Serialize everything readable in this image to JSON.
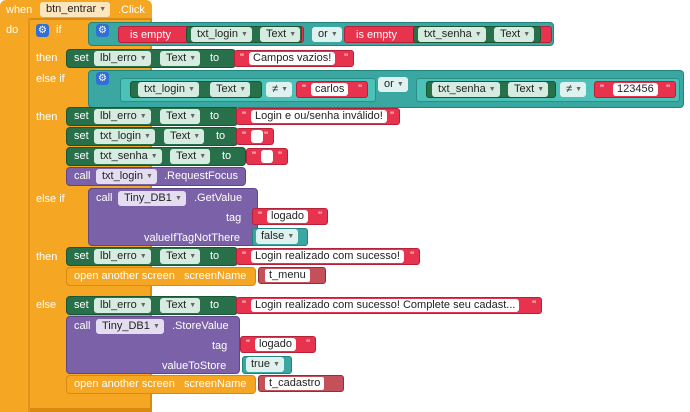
{
  "event": {
    "when": "when",
    "component": "btn_entrar",
    "event_name": ".Click",
    "do": "do"
  },
  "kw": {
    "if": "if",
    "then": "then",
    "else_if": "else if",
    "else": "else",
    "set": "set",
    "to": "to",
    "call": "call",
    "or": "or",
    "is_empty": "is empty",
    "open_screen": "open another screen",
    "screenName": "screenName",
    "tag": "tag",
    "valueIfTagNotThere": "valueIfTagNotThere",
    "valueToStore": "valueToStore",
    "neq": "≠"
  },
  "props": {
    "text": "Text"
  },
  "components": {
    "txt_login": "txt_login",
    "txt_senha": "txt_senha",
    "lbl_erro": "lbl_erro",
    "tiny_db": "Tiny_DB1"
  },
  "methods": {
    "request_focus": ".RequestFocus",
    "get_value": ".GetValue",
    "store_value": ".StoreValue"
  },
  "strings": {
    "campos_vazios": "Campos vazios!",
    "carlos": "carlos",
    "senha": "123456",
    "login_invalido": "Login e ou/senha inválido!",
    "empty": " ",
    "logado": "logado",
    "sucesso": "Login realizado com sucesso!",
    "sucesso_cadastro": "Login realizado com sucesso! Complete seu cadast...",
    "quote": "\""
  },
  "values": {
    "false": "false",
    "true": "true"
  },
  "screens": {
    "menu": "t_menu",
    "cadastro": "t_cadastro"
  },
  "colors": {
    "event": "#f5a623",
    "control": "#3aa7a0",
    "setter": "#27704a",
    "call": "#7b61a8",
    "text": "#e8334f",
    "gear": "#2f6fd6"
  },
  "icons": {
    "gear": "gear-icon",
    "dropdown": "dropdown-arrow-icon"
  }
}
